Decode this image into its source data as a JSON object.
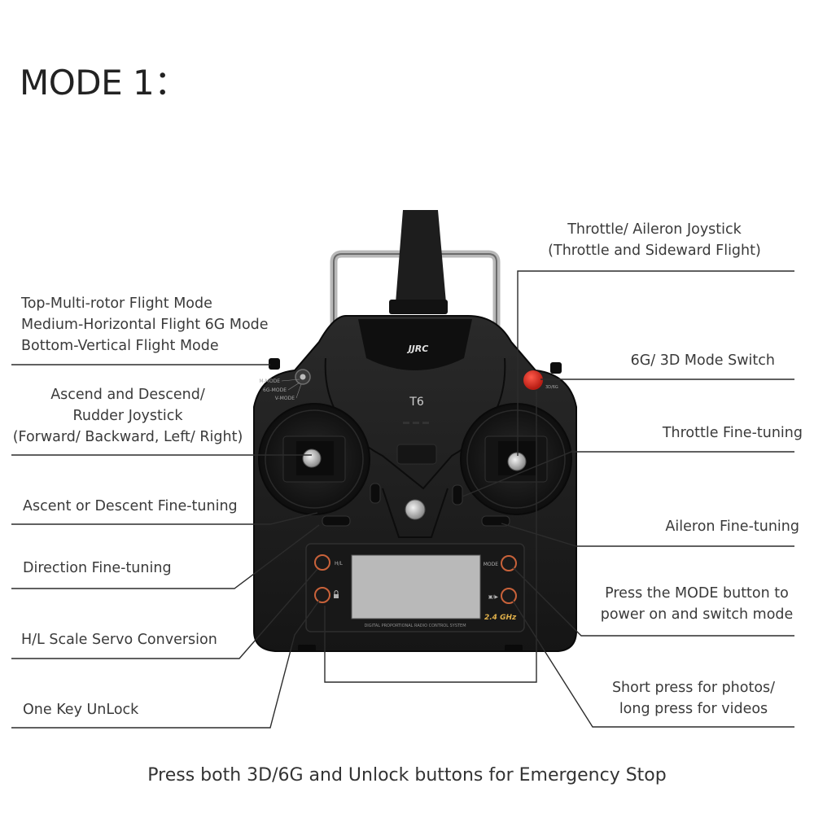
{
  "title": "MODE 1：",
  "device": {
    "brand_logo": "JJRC",
    "model": "T6",
    "switch_positions": [
      "M-MODE",
      "6G-MODE",
      "V-MODE"
    ],
    "button_hl": "H/L",
    "button_mode": "MODE",
    "button_photo": "▣/▶",
    "screen_footer": "DIGITAL PROPORTIONAL RADIO CONTROL SYSTEM",
    "freq_badge": "2.4 GHz",
    "switch_3d6g": "3D/6G"
  },
  "labels_left": {
    "flight_mode": [
      "Top-Multi-rotor Flight Mode",
      "Medium-Horizontal Flight 6G Mode",
      "Bottom-Vertical Flight Mode"
    ],
    "rudder_joystick": [
      "Ascend and Descend/",
      "Rudder Joystick",
      "(Forward/ Backward, Left/ Right)"
    ],
    "ascent_trim": "Ascent or Descent Fine-tuning",
    "direction_trim": "Direction Fine-tuning",
    "hl_servo": "H/L Scale Servo Conversion",
    "unlock": "One Key UnLock"
  },
  "labels_right": {
    "throttle_joystick": [
      "Throttle/ Aileron Joystick",
      "(Throttle and Sideward Flight)"
    ],
    "mode_switch": "6G/ 3D Mode Switch",
    "throttle_trim": "Throttle Fine-tuning",
    "aileron_trim": "Aileron Fine-tuning",
    "mode_button": [
      "Press the MODE button to",
      "power on and switch mode"
    ],
    "photo_button": [
      "Short press for photos/",
      "long press for videos"
    ]
  },
  "footer": "Press both 3D/6G and Unlock buttons for Emergency Stop",
  "colors": {
    "body": "#1b1b1b",
    "red_button": "#d42a20",
    "screen": "#b9b9b9",
    "button_ring": "#c9623a",
    "leader": "#2c2c2c"
  }
}
